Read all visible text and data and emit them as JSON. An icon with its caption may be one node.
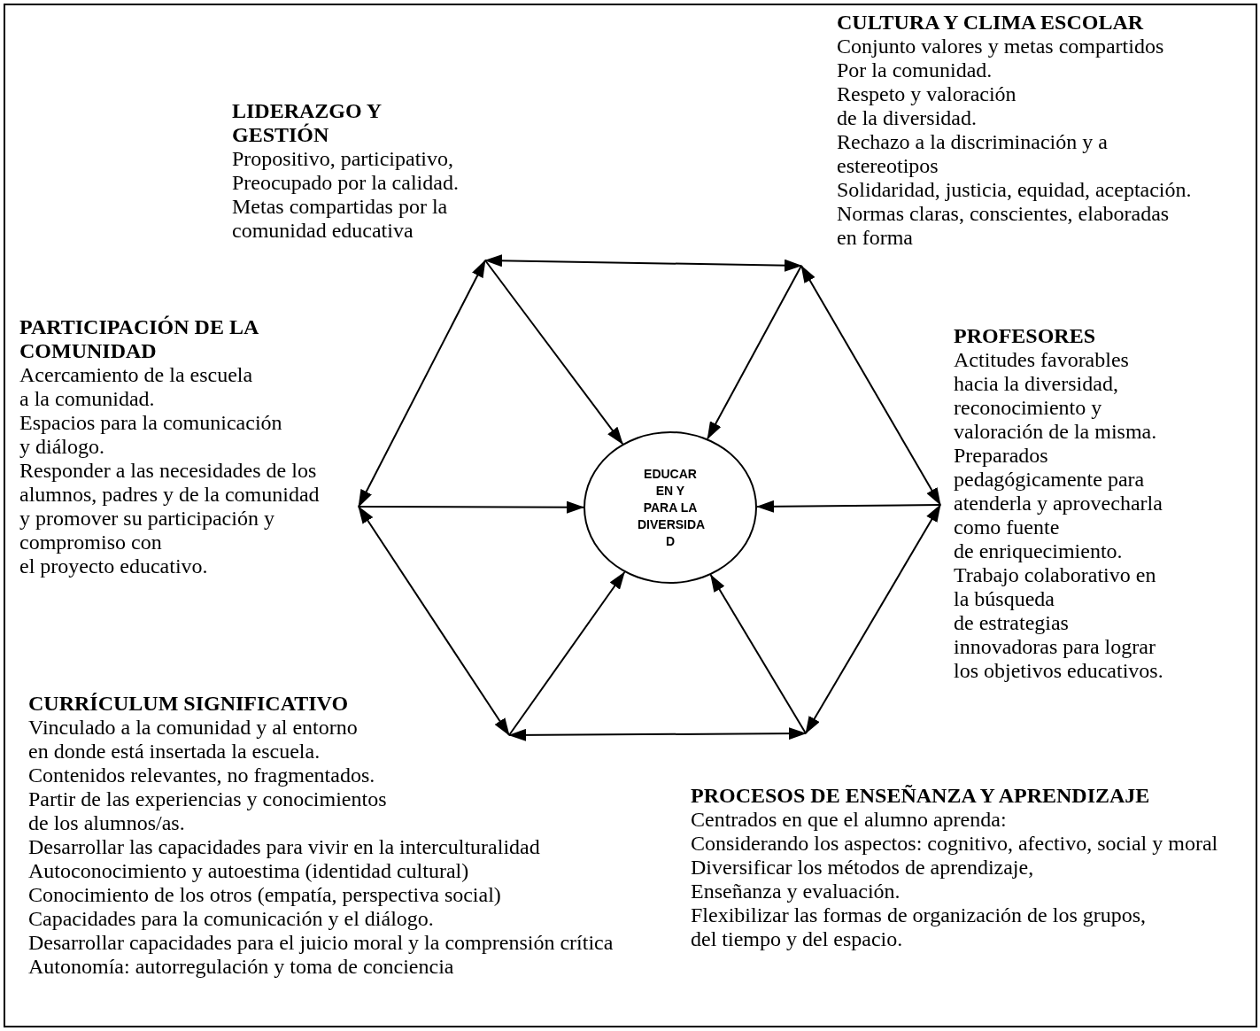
{
  "diagram": {
    "nodes": [
      {
        "text": [
          "LIDERAZGO Y GESTIÓN",
          "Propositivo, participativo,",
          "Preocupado por la calidad.",
          "Metas compartidas por la",
          "comunidad educativa"
        ]
      },
      {
        "text": [
          "CULTURA Y CLIMA ESCOLAR",
          "Conjunto valores y metas compartidos",
          "Por la comunidad.",
          "Respeto y valoración",
          "de la diversidad.",
          "Rechazo a la discriminación y a",
          "estereotipos",
          "Solidaridad, justicia, equidad, aceptación.",
          "Normas claras, conscientes, elaboradas",
          "en forma"
        ]
      },
      {
        "text": [
          "PARTICIPACIÓN DE LA COMUNIDAD",
          "Acercamiento de la escuela",
          "a la comunidad.",
          "Espacios para la comunicación",
          "y diálogo.",
          "Responder a las necesidades de los",
          "alumnos, padres y de la comunidad",
          "y promover su participación y",
          "compromiso con",
          "el proyecto educativo."
        ]
      },
      {
        "text": [
          "EDUCAR EN Y PARA LA DIVERSIDA D"
        ]
      },
      {
        "text": [
          "PROFESORES",
          "Actitudes favorables",
          "hacia la diversidad,",
          "reconocimiento y",
          "valoración de la misma.",
          "Preparados",
          "pedagógicamente para",
          "atenderla y aprovecharla",
          "como fuente",
          "de enriquecimiento.",
          "Trabajo colaborativo en",
          "la búsqueda",
          "de estrategias",
          "innovadoras para lograr",
          "los objetivos educativos."
        ]
      },
      {
        "text": [
          "CURRÍCULUM SIGNIFICATIVO",
          "Vinculado a la comunidad y al entorno",
          "en donde está insertada la escuela.",
          "Contenidos relevantes, no fragmentados.",
          "Partir de las experiencias y conocimientos",
          "de los alumnos/as.",
          "Desarrollar las capacidades para vivir en la interculturalidad",
          "Autoconocimiento y autoestima (identidad cultural)",
          "Conocimiento de los otros (empatía, perspectiva social)",
          "Capacidades para la comunicación y el diálogo.",
          "Desarrollar capacidades para el juicio moral y la comprensión crítica",
          "Autonomía: autorregulación y toma de conciencia"
        ]
      },
      {
        "text": [
          "PROCESOS DE ENSEÑANZA Y APRENDIZAJE",
          "Centrados en que el alumno aprenda:",
          "Considerando los aspectos: cognitivo, afectivo, social y moral",
          "Diversificar los métodos de aprendizaje,",
          "Enseñanza y evaluación.",
          "Flexibilizar las formas de organización de los grupos,",
          "del tiempo y del espacio."
        ]
      }
    ],
    "edges": [
      {
        "from": 0,
        "to": 1,
        "arrow": "both"
      },
      {
        "from": 1,
        "to": 4,
        "arrow": "both"
      },
      {
        "from": 4,
        "to": 6,
        "arrow": "both"
      },
      {
        "from": 6,
        "to": 5,
        "arrow": "both"
      },
      {
        "from": 5,
        "to": 2,
        "arrow": "both"
      },
      {
        "from": 2,
        "to": 0,
        "arrow": "both"
      },
      {
        "from": 0,
        "to": 3,
        "arrow": "to"
      },
      {
        "from": 1,
        "to": 3,
        "arrow": "to"
      },
      {
        "from": 2,
        "to": 3,
        "arrow": "to"
      },
      {
        "from": 4,
        "to": 3,
        "arrow": "to"
      },
      {
        "from": 6,
        "to": 3,
        "arrow": "to"
      },
      {
        "from": 5,
        "to": 3,
        "arrow": "to"
      }
    ]
  }
}
